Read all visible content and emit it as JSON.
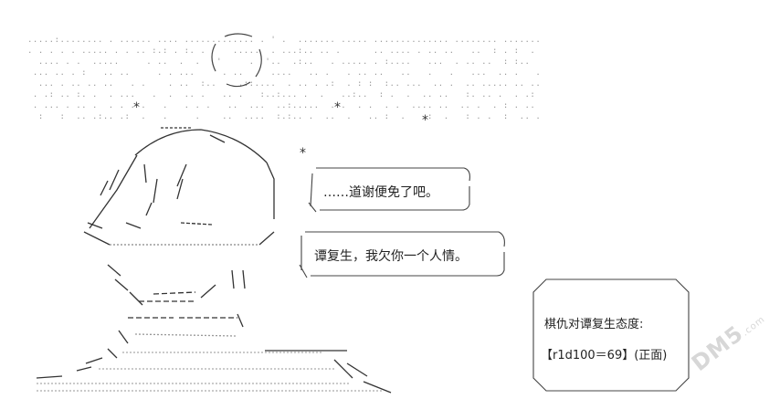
{
  "speech_bubbles": [
    {
      "text": "……道谢便免了吧。"
    },
    {
      "text": "谭复生，我欠你一个人情。"
    }
  ],
  "info_box": {
    "title": "棋仇对谭复生态度:",
    "roll": "【r1d100＝69】(正面)"
  },
  "watermark": {
    "text": "DM5",
    "suffix": ".com"
  }
}
